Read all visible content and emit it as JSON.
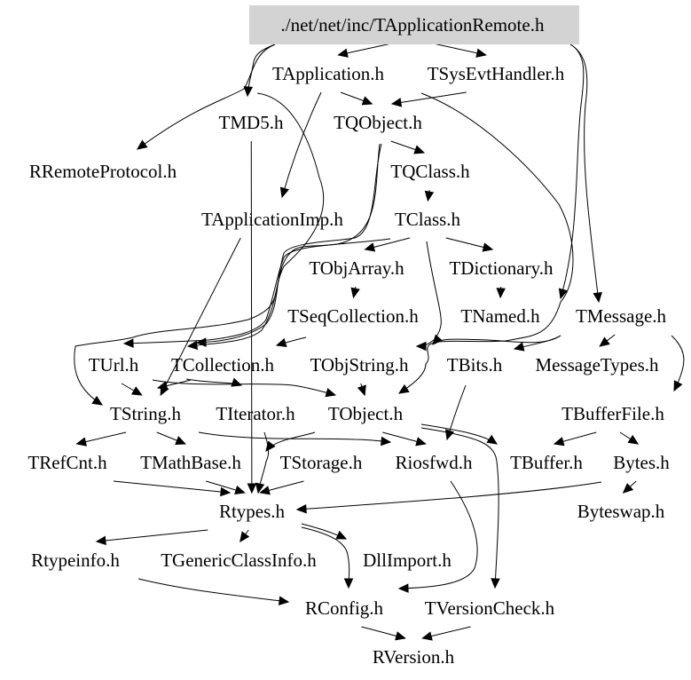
{
  "diagram": {
    "type": "include-dependency-graph",
    "root": "./net/net/inc/TApplicationRemote.h",
    "highlight_color": "#d3d3d3",
    "nodes": [
      {
        "id": "root",
        "label": "./net/net/inc/TApplicationRemote.h"
      },
      {
        "id": "TApplication",
        "label": "TApplication.h"
      },
      {
        "id": "TSysEvtHandler",
        "label": "TSysEvtHandler.h"
      },
      {
        "id": "TMD5",
        "label": "TMD5.h"
      },
      {
        "id": "TQObject",
        "label": "TQObject.h"
      },
      {
        "id": "RRemoteProtocol",
        "label": "RRemoteProtocol.h"
      },
      {
        "id": "TQClass",
        "label": "TQClass.h"
      },
      {
        "id": "TApplicationImp",
        "label": "TApplicationImp.h"
      },
      {
        "id": "TClass",
        "label": "TClass.h"
      },
      {
        "id": "TObjArray",
        "label": "TObjArray.h"
      },
      {
        "id": "TDictionary",
        "label": "TDictionary.h"
      },
      {
        "id": "TSeqCollection",
        "label": "TSeqCollection.h"
      },
      {
        "id": "TNamed",
        "label": "TNamed.h"
      },
      {
        "id": "TMessage",
        "label": "TMessage.h"
      },
      {
        "id": "TUrl",
        "label": "TUrl.h"
      },
      {
        "id": "TCollection",
        "label": "TCollection.h"
      },
      {
        "id": "TObjString",
        "label": "TObjString.h"
      },
      {
        "id": "TBits",
        "label": "TBits.h"
      },
      {
        "id": "MessageTypes",
        "label": "MessageTypes.h"
      },
      {
        "id": "TString",
        "label": "TString.h"
      },
      {
        "id": "TIterator",
        "label": "TIterator.h"
      },
      {
        "id": "TObject",
        "label": "TObject.h"
      },
      {
        "id": "TBufferFile",
        "label": "TBufferFile.h"
      },
      {
        "id": "TRefCnt",
        "label": "TRefCnt.h"
      },
      {
        "id": "TMathBase",
        "label": "TMathBase.h"
      },
      {
        "id": "TStorage",
        "label": "TStorage.h"
      },
      {
        "id": "Riosfwd",
        "label": "Riosfwd.h"
      },
      {
        "id": "TBuffer",
        "label": "TBuffer.h"
      },
      {
        "id": "Bytes",
        "label": "Bytes.h"
      },
      {
        "id": "Rtypes",
        "label": "Rtypes.h"
      },
      {
        "id": "Byteswap",
        "label": "Byteswap.h"
      },
      {
        "id": "Rtypeinfo",
        "label": "Rtypeinfo.h"
      },
      {
        "id": "TGenericClassInfo",
        "label": "TGenericClassInfo.h"
      },
      {
        "id": "DllImport",
        "label": "DllImport.h"
      },
      {
        "id": "RConfig",
        "label": "RConfig.h"
      },
      {
        "id": "TVersionCheck",
        "label": "TVersionCheck.h"
      },
      {
        "id": "RVersion",
        "label": "RVersion.h"
      }
    ],
    "edges": [
      {
        "from": "root",
        "to": "TApplication"
      },
      {
        "from": "root",
        "to": "TSysEvtHandler"
      },
      {
        "from": "root",
        "to": "TMD5"
      },
      {
        "from": "root",
        "to": "RRemoteProtocol"
      },
      {
        "from": "root",
        "to": "TMessage"
      },
      {
        "from": "root",
        "to": "TNamed"
      },
      {
        "from": "TApplication",
        "to": "TQObject"
      },
      {
        "from": "TApplication",
        "to": "TApplicationImp"
      },
      {
        "from": "TApplication",
        "to": "TString"
      },
      {
        "from": "TSysEvtHandler",
        "to": "TQObject"
      },
      {
        "from": "TSysEvtHandler",
        "to": "TObject"
      },
      {
        "from": "TMD5",
        "to": "Rtypes"
      },
      {
        "from": "TQObject",
        "to": "TQClass"
      },
      {
        "from": "TQObject",
        "to": "TCollection"
      },
      {
        "from": "TQObject",
        "to": "TObject"
      },
      {
        "from": "TQClass",
        "to": "TClass"
      },
      {
        "from": "TApplicationImp",
        "to": "TString"
      },
      {
        "from": "TClass",
        "to": "TObjArray"
      },
      {
        "from": "TClass",
        "to": "TDictionary"
      },
      {
        "from": "TClass",
        "to": "TObjString"
      },
      {
        "from": "TClass",
        "to": "TUrl"
      },
      {
        "from": "TObjArray",
        "to": "TSeqCollection"
      },
      {
        "from": "TDictionary",
        "to": "TNamed"
      },
      {
        "from": "TSeqCollection",
        "to": "TCollection"
      },
      {
        "from": "TNamed",
        "to": "TBits"
      },
      {
        "from": "TNamed",
        "to": "TObject"
      },
      {
        "from": "TMessage",
        "to": "MessageTypes"
      },
      {
        "from": "TMessage",
        "to": "TBufferFile"
      },
      {
        "from": "TUrl",
        "to": "TString"
      },
      {
        "from": "TCollection",
        "to": "TString"
      },
      {
        "from": "TCollection",
        "to": "TIterator"
      },
      {
        "from": "TCollection",
        "to": "TObject"
      },
      {
        "from": "TObjString",
        "to": "TObject"
      },
      {
        "from": "TBits",
        "to": "Riosfwd"
      },
      {
        "from": "TString",
        "to": "TRefCnt"
      },
      {
        "from": "TString",
        "to": "TMathBase"
      },
      {
        "from": "TString",
        "to": "Riosfwd"
      },
      {
        "from": "TIterator",
        "to": "Rtypes"
      },
      {
        "from": "TObject",
        "to": "TStorage"
      },
      {
        "from": "TObject",
        "to": "Riosfwd"
      },
      {
        "from": "TObject",
        "to": "TBuffer"
      },
      {
        "from": "TObject",
        "to": "TVersionCheck"
      },
      {
        "from": "TBufferFile",
        "to": "TBuffer"
      },
      {
        "from": "TBufferFile",
        "to": "Bytes"
      },
      {
        "from": "TRefCnt",
        "to": "Rtypes"
      },
      {
        "from": "TMathBase",
        "to": "Rtypes"
      },
      {
        "from": "TStorage",
        "to": "Rtypes"
      },
      {
        "from": "Bytes",
        "to": "Byteswap"
      },
      {
        "from": "Bytes",
        "to": "Rtypes"
      },
      {
        "from": "Riosfwd",
        "to": "RConfig"
      },
      {
        "from": "Rtypes",
        "to": "Rtypeinfo"
      },
      {
        "from": "Rtypes",
        "to": "TGenericClassInfo"
      },
      {
        "from": "Rtypes",
        "to": "DllImport"
      },
      {
        "from": "Rtypes",
        "to": "RConfig"
      },
      {
        "from": "Rtypeinfo",
        "to": "RConfig"
      },
      {
        "from": "RConfig",
        "to": "RVersion"
      },
      {
        "from": "TVersionCheck",
        "to": "RVersion"
      }
    ]
  }
}
